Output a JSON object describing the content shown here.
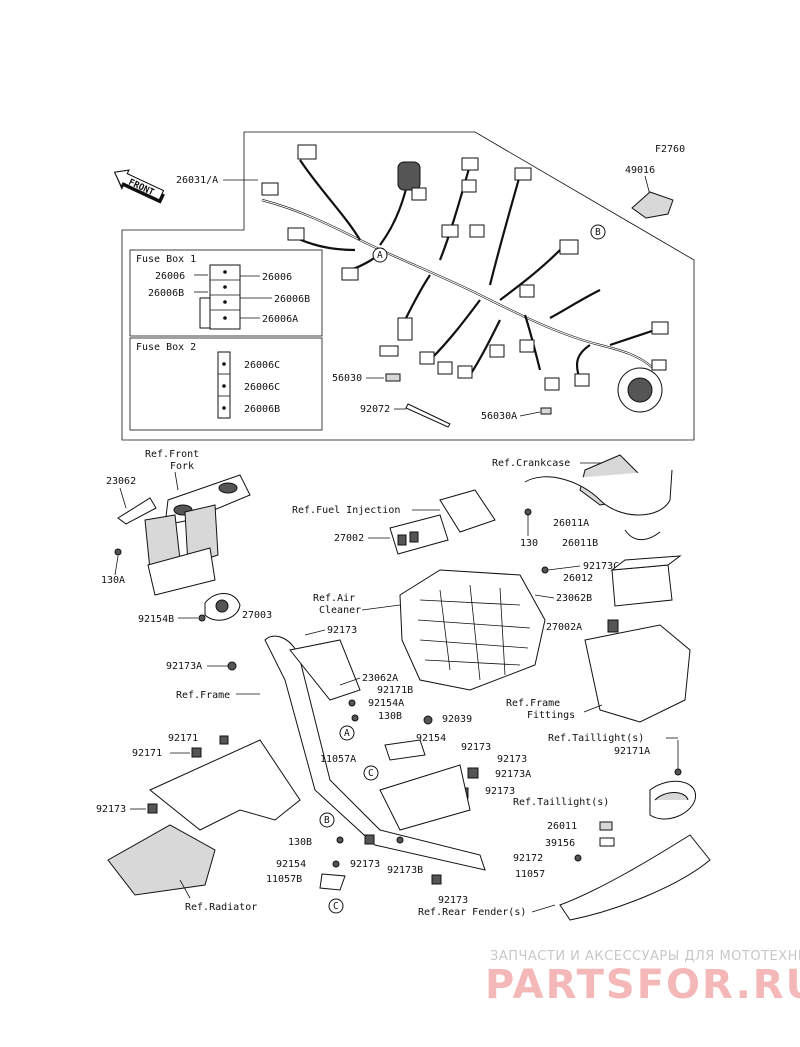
{
  "figure_code": "F2760",
  "front_label": "FRONT",
  "fuse_box_1": {
    "title": "Fuse Box 1",
    "labels": [
      "26006",
      "26006B",
      "26006",
      "26006B",
      "26006A"
    ]
  },
  "fuse_box_2": {
    "title": "Fuse Box 2",
    "labels": [
      "26006C",
      "26006C",
      "26006B"
    ]
  },
  "callouts": {
    "harness": "26031/A",
    "p49016": "49016",
    "p56030": "56030",
    "p92072": "92072",
    "p56030a": "56030A",
    "ref_front_fork_1": "Ref.Front",
    "ref_front_fork_2": "Fork",
    "p23062": "23062",
    "p130a": "130A",
    "p92154b": "92154B",
    "p27003": "27003",
    "ref_fuel_injection": "Ref.Fuel Injection",
    "p27002": "27002",
    "ref_air_cleaner_1": "Ref.Air",
    "ref_air_cleaner_2": "Cleaner",
    "p23062b": "23062B",
    "ref_crankcase": "Ref.Crankcase",
    "p26011a": "26011A",
    "p130": "130",
    "p26011b": "26011B",
    "p92173c": "92173C",
    "p26012": "26012",
    "p27002a": "27002A",
    "ref_frame_fittings_1": "Ref.Frame",
    "ref_frame_fittings_2": "Fittings",
    "p92173_top": "92173",
    "p92173a_left": "92173A",
    "ref_frame": "Ref.Frame",
    "p23062a": "23062A",
    "p92171b": "92171B",
    "p92154a": "92154A",
    "p130b_top": "130B",
    "p92039": "92039",
    "p92154_mid": "92154",
    "p92173_mid1": "92173",
    "p11057a": "11057A",
    "p92173_mid2": "92173",
    "p92173a_mid": "92173A",
    "p92173_mid3": "92173",
    "p92171_1": "92171",
    "p92171_2": "92171",
    "p92173_left": "92173",
    "p130b_bottom": "130B",
    "p92173_bottom1": "92173",
    "p92173b": "92173B",
    "p92154_bottom": "92154",
    "p11057b": "11057B",
    "ref_radiator": "Ref.Radiator",
    "p92173_bottom2": "92173",
    "ref_rear_fender": "Ref.Rear Fender(s)",
    "ref_taillight_1": "Ref.Taillight(s)",
    "p92171a": "92171A",
    "ref_taillight_2": "Ref.Taillight(s)",
    "p26011": "26011",
    "p39156": "39156",
    "p92172": "92172",
    "p11057": "11057"
  },
  "circle_markers": {
    "a_top": "A",
    "b_top": "B",
    "a_mid": "A",
    "c_mid": "C",
    "b_bottom": "B",
    "c_bottom": "C"
  },
  "watermark": {
    "line1": "ЗАПЧАСТИ И АКСЕССУАРЫ ДЛЯ МОТОТЕХНИКИ",
    "line2": "PARTSFOR.RU"
  }
}
